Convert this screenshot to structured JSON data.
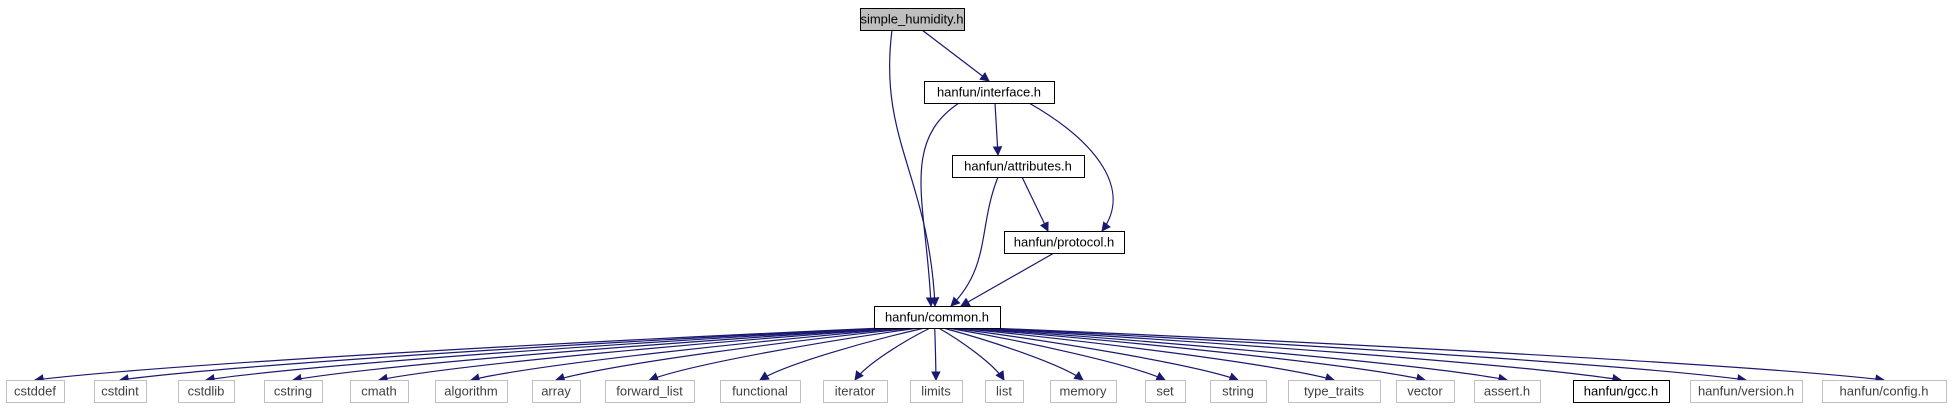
{
  "diagram": {
    "nodes": [
      {
        "id": "simple_humidity",
        "label": "simple_humidity.h",
        "kind": "main"
      },
      {
        "id": "interface",
        "label": "hanfun/interface.h",
        "kind": "doc"
      },
      {
        "id": "attributes",
        "label": "hanfun/attributes.h",
        "kind": "doc"
      },
      {
        "id": "protocol",
        "label": "hanfun/protocol.h",
        "kind": "doc"
      },
      {
        "id": "common",
        "label": "hanfun/common.h",
        "kind": "doc"
      },
      {
        "id": "cstddef",
        "label": "cstddef",
        "kind": "ext"
      },
      {
        "id": "cstdint",
        "label": "cstdint",
        "kind": "ext"
      },
      {
        "id": "cstdlib",
        "label": "cstdlib",
        "kind": "ext"
      },
      {
        "id": "cstring",
        "label": "cstring",
        "kind": "ext"
      },
      {
        "id": "cmath",
        "label": "cmath",
        "kind": "ext"
      },
      {
        "id": "algorithm",
        "label": "algorithm",
        "kind": "ext"
      },
      {
        "id": "array",
        "label": "array",
        "kind": "ext"
      },
      {
        "id": "forward_list",
        "label": "forward_list",
        "kind": "ext"
      },
      {
        "id": "functional",
        "label": "functional",
        "kind": "ext"
      },
      {
        "id": "iterator",
        "label": "iterator",
        "kind": "ext"
      },
      {
        "id": "limits",
        "label": "limits",
        "kind": "ext"
      },
      {
        "id": "list",
        "label": "list",
        "kind": "ext"
      },
      {
        "id": "memory",
        "label": "memory",
        "kind": "ext"
      },
      {
        "id": "set",
        "label": "set",
        "kind": "ext"
      },
      {
        "id": "string",
        "label": "string",
        "kind": "ext"
      },
      {
        "id": "type_traits",
        "label": "type_traits",
        "kind": "ext"
      },
      {
        "id": "vector",
        "label": "vector",
        "kind": "ext"
      },
      {
        "id": "assert",
        "label": "assert.h",
        "kind": "ext"
      },
      {
        "id": "gcc",
        "label": "hanfun/gcc.h",
        "kind": "doc"
      },
      {
        "id": "version",
        "label": "hanfun/version.h",
        "kind": "ext"
      },
      {
        "id": "config",
        "label": "hanfun/config.h",
        "kind": "ext"
      }
    ],
    "edges": [
      [
        "simple_humidity",
        "interface"
      ],
      [
        "simple_humidity",
        "common"
      ],
      [
        "interface",
        "attributes"
      ],
      [
        "interface",
        "protocol"
      ],
      [
        "interface",
        "common"
      ],
      [
        "attributes",
        "protocol"
      ],
      [
        "attributes",
        "common"
      ],
      [
        "protocol",
        "common"
      ],
      [
        "common",
        "cstddef"
      ],
      [
        "common",
        "cstdint"
      ],
      [
        "common",
        "cstdlib"
      ],
      [
        "common",
        "cstring"
      ],
      [
        "common",
        "cmath"
      ],
      [
        "common",
        "algorithm"
      ],
      [
        "common",
        "array"
      ],
      [
        "common",
        "forward_list"
      ],
      [
        "common",
        "functional"
      ],
      [
        "common",
        "iterator"
      ],
      [
        "common",
        "limits"
      ],
      [
        "common",
        "list"
      ],
      [
        "common",
        "memory"
      ],
      [
        "common",
        "set"
      ],
      [
        "common",
        "string"
      ],
      [
        "common",
        "type_traits"
      ],
      [
        "common",
        "vector"
      ],
      [
        "common",
        "assert"
      ],
      [
        "common",
        "gcc"
      ],
      [
        "common",
        "version"
      ],
      [
        "common",
        "config"
      ]
    ],
    "colors": {
      "edge": "#191970",
      "main_fill": "#bfbfbf",
      "doc_border": "#000000",
      "ext_border": "#bfbfbf",
      "ext_text": "#404040"
    }
  }
}
